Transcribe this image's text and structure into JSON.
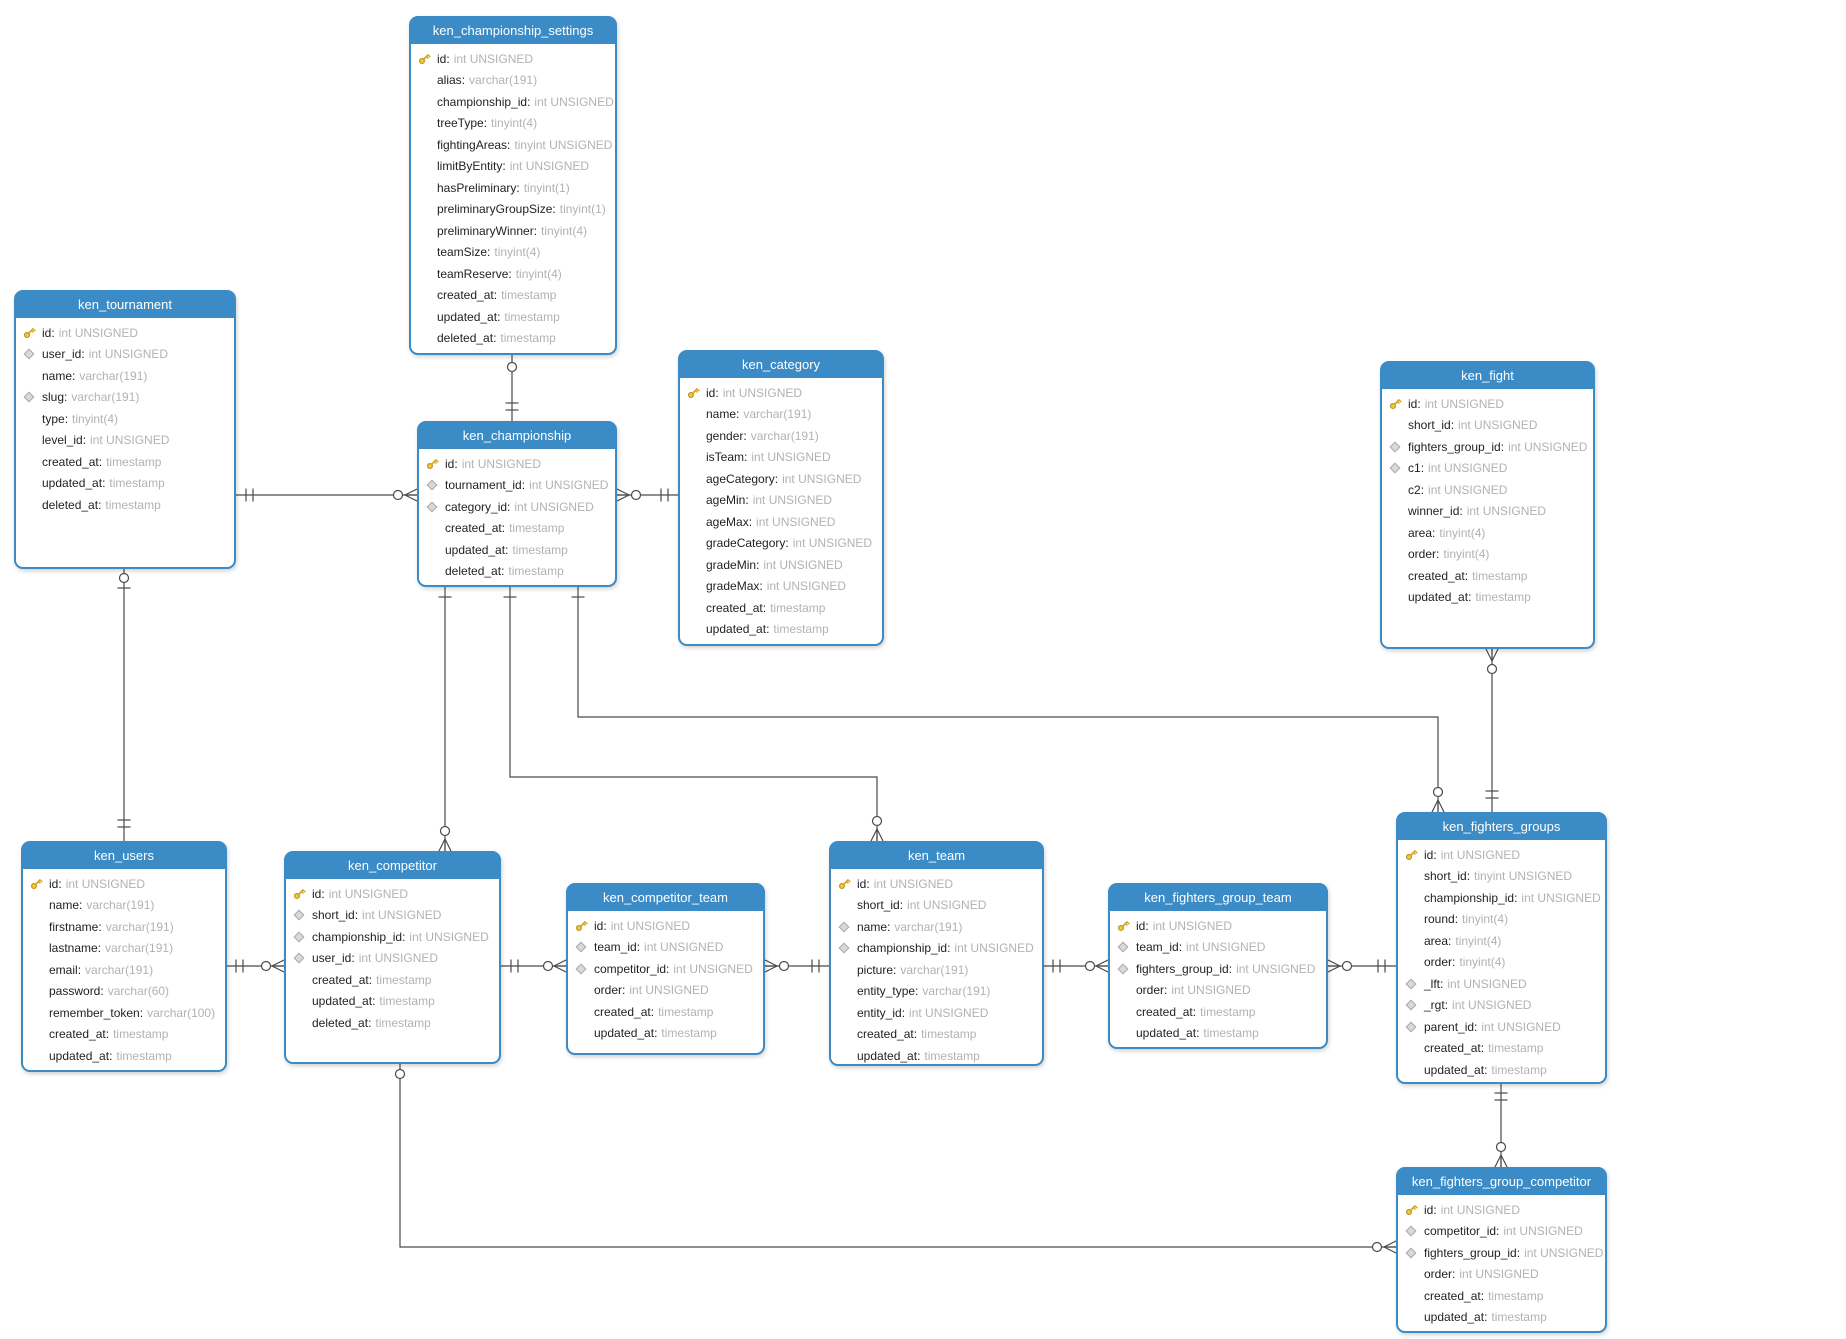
{
  "diagram": {
    "background": "#ffffff",
    "colors": {
      "table_header": "#3a8bc6",
      "table_body": "#ffffff",
      "field_name_text": "#1f1f1f",
      "field_type_text": "#b2b2b2",
      "relationship_line": "#4a4a4a",
      "primary_key_icon": "#f5c63b",
      "foreign_key_icon": "#d9d9d9"
    },
    "tables": [
      {
        "name": "ken_championship_settings",
        "fields": [
          {
            "icon": "primary-key",
            "name": "id",
            "type": "int UNSIGNED"
          },
          {
            "icon": "none",
            "name": "alias",
            "type": "varchar(191)"
          },
          {
            "icon": "none",
            "name": "championship_id",
            "type": "int UNSIGNED"
          },
          {
            "icon": "none",
            "name": "treeType",
            "type": "tinyint(4)"
          },
          {
            "icon": "none",
            "name": "fightingAreas",
            "type": "tinyint UNSIGNED"
          },
          {
            "icon": "none",
            "name": "limitByEntity",
            "type": "int UNSIGNED"
          },
          {
            "icon": "none",
            "name": "hasPreliminary",
            "type": "tinyint(1)"
          },
          {
            "icon": "none",
            "name": "preliminaryGroupSize",
            "type": "tinyint(1)"
          },
          {
            "icon": "none",
            "name": "preliminaryWinner",
            "type": "tinyint(4)"
          },
          {
            "icon": "none",
            "name": "teamSize",
            "type": "tinyint(4)"
          },
          {
            "icon": "none",
            "name": "teamReserve",
            "type": "tinyint(4)"
          },
          {
            "icon": "none",
            "name": "created_at",
            "type": "timestamp"
          },
          {
            "icon": "none",
            "name": "updated_at",
            "type": "timestamp"
          },
          {
            "icon": "none",
            "name": "deleted_at",
            "type": "timestamp"
          }
        ]
      },
      {
        "name": "ken_tournament",
        "fields": [
          {
            "icon": "primary-key",
            "name": "id",
            "type": "int UNSIGNED"
          },
          {
            "icon": "foreign-key",
            "name": "user_id",
            "type": "int UNSIGNED"
          },
          {
            "icon": "none",
            "name": "name",
            "type": "varchar(191)"
          },
          {
            "icon": "foreign-key",
            "name": "slug",
            "type": "varchar(191)"
          },
          {
            "icon": "none",
            "name": "type",
            "type": "tinyint(4)"
          },
          {
            "icon": "none",
            "name": "level_id",
            "type": "int UNSIGNED"
          },
          {
            "icon": "none",
            "name": "created_at",
            "type": "timestamp"
          },
          {
            "icon": "none",
            "name": "updated_at",
            "type": "timestamp"
          },
          {
            "icon": "none",
            "name": "deleted_at",
            "type": "timestamp"
          }
        ]
      },
      {
        "name": "ken_championship",
        "fields": [
          {
            "icon": "primary-key",
            "name": "id",
            "type": "int UNSIGNED"
          },
          {
            "icon": "foreign-key",
            "name": "tournament_id",
            "type": "int UNSIGNED"
          },
          {
            "icon": "foreign-key",
            "name": "category_id",
            "type": "int UNSIGNED"
          },
          {
            "icon": "none",
            "name": "created_at",
            "type": "timestamp"
          },
          {
            "icon": "none",
            "name": "updated_at",
            "type": "timestamp"
          },
          {
            "icon": "none",
            "name": "deleted_at",
            "type": "timestamp"
          }
        ]
      },
      {
        "name": "ken_category",
        "fields": [
          {
            "icon": "primary-key",
            "name": "id",
            "type": "int UNSIGNED"
          },
          {
            "icon": "none",
            "name": "name",
            "type": "varchar(191)"
          },
          {
            "icon": "none",
            "name": "gender",
            "type": "varchar(191)"
          },
          {
            "icon": "none",
            "name": "isTeam",
            "type": "int UNSIGNED"
          },
          {
            "icon": "none",
            "name": "ageCategory",
            "type": "int UNSIGNED"
          },
          {
            "icon": "none",
            "name": "ageMin",
            "type": "int UNSIGNED"
          },
          {
            "icon": "none",
            "name": "ageMax",
            "type": "int UNSIGNED"
          },
          {
            "icon": "none",
            "name": "gradeCategory",
            "type": "int UNSIGNED"
          },
          {
            "icon": "none",
            "name": "gradeMin",
            "type": "int UNSIGNED"
          },
          {
            "icon": "none",
            "name": "gradeMax",
            "type": "int UNSIGNED"
          },
          {
            "icon": "none",
            "name": "created_at",
            "type": "timestamp"
          },
          {
            "icon": "none",
            "name": "updated_at",
            "type": "timestamp"
          }
        ]
      },
      {
        "name": "ken_fight",
        "fields": [
          {
            "icon": "primary-key",
            "name": "id",
            "type": "int UNSIGNED"
          },
          {
            "icon": "none",
            "name": "short_id",
            "type": "int UNSIGNED"
          },
          {
            "icon": "foreign-key",
            "name": "fighters_group_id",
            "type": "int UNSIGNED"
          },
          {
            "icon": "foreign-key",
            "name": "c1",
            "type": "int UNSIGNED"
          },
          {
            "icon": "none",
            "name": "c2",
            "type": "int UNSIGNED"
          },
          {
            "icon": "none",
            "name": "winner_id",
            "type": "int UNSIGNED"
          },
          {
            "icon": "none",
            "name": "area",
            "type": "tinyint(4)"
          },
          {
            "icon": "none",
            "name": "order",
            "type": "tinyint(4)"
          },
          {
            "icon": "none",
            "name": "created_at",
            "type": "timestamp"
          },
          {
            "icon": "none",
            "name": "updated_at",
            "type": "timestamp"
          }
        ]
      },
      {
        "name": "ken_users",
        "fields": [
          {
            "icon": "primary-key",
            "name": "id",
            "type": "int UNSIGNED"
          },
          {
            "icon": "none",
            "name": "name",
            "type": "varchar(191)"
          },
          {
            "icon": "none",
            "name": "firstname",
            "type": "varchar(191)"
          },
          {
            "icon": "none",
            "name": "lastname",
            "type": "varchar(191)"
          },
          {
            "icon": "none",
            "name": "email",
            "type": "varchar(191)"
          },
          {
            "icon": "none",
            "name": "password",
            "type": "varchar(60)"
          },
          {
            "icon": "none",
            "name": "remember_token",
            "type": "varchar(100)"
          },
          {
            "icon": "none",
            "name": "created_at",
            "type": "timestamp"
          },
          {
            "icon": "none",
            "name": "updated_at",
            "type": "timestamp"
          }
        ]
      },
      {
        "name": "ken_competitor",
        "fields": [
          {
            "icon": "primary-key",
            "name": "id",
            "type": "int UNSIGNED"
          },
          {
            "icon": "foreign-key",
            "name": "short_id",
            "type": "int UNSIGNED"
          },
          {
            "icon": "foreign-key",
            "name": "championship_id",
            "type": "int UNSIGNED"
          },
          {
            "icon": "foreign-key",
            "name": "user_id",
            "type": "int UNSIGNED"
          },
          {
            "icon": "none",
            "name": "created_at",
            "type": "timestamp"
          },
          {
            "icon": "none",
            "name": "updated_at",
            "type": "timestamp"
          },
          {
            "icon": "none",
            "name": "deleted_at",
            "type": "timestamp"
          }
        ]
      },
      {
        "name": "ken_competitor_team",
        "fields": [
          {
            "icon": "primary-key",
            "name": "id",
            "type": "int UNSIGNED"
          },
          {
            "icon": "foreign-key",
            "name": "team_id",
            "type": "int UNSIGNED"
          },
          {
            "icon": "foreign-key",
            "name": "competitor_id",
            "type": "int UNSIGNED"
          },
          {
            "icon": "none",
            "name": "order",
            "type": "int UNSIGNED"
          },
          {
            "icon": "none",
            "name": "created_at",
            "type": "timestamp"
          },
          {
            "icon": "none",
            "name": "updated_at",
            "type": "timestamp"
          }
        ]
      },
      {
        "name": "ken_team",
        "fields": [
          {
            "icon": "primary-key",
            "name": "id",
            "type": "int UNSIGNED"
          },
          {
            "icon": "none",
            "name": "short_id",
            "type": "int UNSIGNED"
          },
          {
            "icon": "foreign-key",
            "name": "name",
            "type": "varchar(191)"
          },
          {
            "icon": "foreign-key",
            "name": "championship_id",
            "type": "int UNSIGNED"
          },
          {
            "icon": "none",
            "name": "picture",
            "type": "varchar(191)"
          },
          {
            "icon": "none",
            "name": "entity_type",
            "type": "varchar(191)"
          },
          {
            "icon": "none",
            "name": "entity_id",
            "type": "int UNSIGNED"
          },
          {
            "icon": "none",
            "name": "created_at",
            "type": "timestamp"
          },
          {
            "icon": "none",
            "name": "updated_at",
            "type": "timestamp"
          }
        ]
      },
      {
        "name": "ken_fighters_group_team",
        "fields": [
          {
            "icon": "primary-key",
            "name": "id",
            "type": "int UNSIGNED"
          },
          {
            "icon": "foreign-key",
            "name": "team_id",
            "type": "int UNSIGNED"
          },
          {
            "icon": "foreign-key",
            "name": "fighters_group_id",
            "type": "int UNSIGNED"
          },
          {
            "icon": "none",
            "name": "order",
            "type": "int UNSIGNED"
          },
          {
            "icon": "none",
            "name": "created_at",
            "type": "timestamp"
          },
          {
            "icon": "none",
            "name": "updated_at",
            "type": "timestamp"
          }
        ]
      },
      {
        "name": "ken_fighters_groups",
        "fields": [
          {
            "icon": "primary-key",
            "name": "id",
            "type": "int UNSIGNED"
          },
          {
            "icon": "none",
            "name": "short_id",
            "type": "tinyint UNSIGNED"
          },
          {
            "icon": "none",
            "name": "championship_id",
            "type": "int UNSIGNED"
          },
          {
            "icon": "none",
            "name": "round",
            "type": "tinyint(4)"
          },
          {
            "icon": "none",
            "name": "area",
            "type": "tinyint(4)"
          },
          {
            "icon": "none",
            "name": "order",
            "type": "tinyint(4)"
          },
          {
            "icon": "foreign-key",
            "name": "_lft",
            "type": "int UNSIGNED"
          },
          {
            "icon": "foreign-key",
            "name": "_rgt",
            "type": "int UNSIGNED"
          },
          {
            "icon": "foreign-key",
            "name": "parent_id",
            "type": "int UNSIGNED"
          },
          {
            "icon": "none",
            "name": "created_at",
            "type": "timestamp"
          },
          {
            "icon": "none",
            "name": "updated_at",
            "type": "timestamp"
          }
        ]
      },
      {
        "name": "ken_fighters_group_competitor",
        "fields": [
          {
            "icon": "primary-key",
            "name": "id",
            "type": "int UNSIGNED"
          },
          {
            "icon": "foreign-key",
            "name": "competitor_id",
            "type": "int UNSIGNED"
          },
          {
            "icon": "foreign-key",
            "name": "fighters_group_id",
            "type": "int UNSIGNED"
          },
          {
            "icon": "none",
            "name": "order",
            "type": "int UNSIGNED"
          },
          {
            "icon": "none",
            "name": "created_at",
            "type": "timestamp"
          },
          {
            "icon": "none",
            "name": "updated_at",
            "type": "timestamp"
          }
        ]
      }
    ],
    "relationships": [
      {
        "from": "ken_championship_settings",
        "to": "ken_championship",
        "from_end": "zero-or-one",
        "to_end": "one"
      },
      {
        "from": "ken_tournament",
        "to": "ken_championship",
        "from_end": "one",
        "to_end": "zero-or-many"
      },
      {
        "from": "ken_championship",
        "to": "ken_category",
        "from_end": "zero-or-many",
        "to_end": "one"
      },
      {
        "from": "ken_tournament",
        "to": "ken_users",
        "from_end": "zero-or-one",
        "to_end": "one"
      },
      {
        "from": "ken_users",
        "to": "ken_competitor",
        "from_end": "one",
        "to_end": "zero-or-many"
      },
      {
        "from": "ken_competitor",
        "to": "ken_competitor_team",
        "from_end": "one",
        "to_end": "zero-or-many"
      },
      {
        "from": "ken_competitor_team",
        "to": "ken_team",
        "from_end": "zero-or-many",
        "to_end": "one"
      },
      {
        "from": "ken_team",
        "to": "ken_fighters_group_team",
        "from_end": "one",
        "to_end": "zero-or-many"
      },
      {
        "from": "ken_fighters_group_team",
        "to": "ken_fighters_groups",
        "from_end": "zero-or-many",
        "to_end": "one"
      },
      {
        "from": "ken_fight",
        "to": "ken_fighters_groups",
        "from_end": "zero-or-many",
        "to_end": "one"
      },
      {
        "from": "ken_championship",
        "to": "ken_competitor",
        "from_end": "one",
        "to_end": "zero-or-many"
      },
      {
        "from": "ken_championship",
        "to": "ken_team",
        "from_end": "one",
        "to_end": "zero-or-many"
      },
      {
        "from": "ken_championship",
        "to": "ken_fighters_groups",
        "from_end": "one",
        "to_end": "zero-or-many"
      },
      {
        "from": "ken_fighters_groups",
        "to": "ken_fighters_group_competitor",
        "from_end": "one",
        "to_end": "zero-or-many"
      },
      {
        "from": "ken_competitor",
        "to": "ken_fighters_group_competitor",
        "from_end": "zero-or-one",
        "to_end": "zero-or-many"
      }
    ]
  }
}
